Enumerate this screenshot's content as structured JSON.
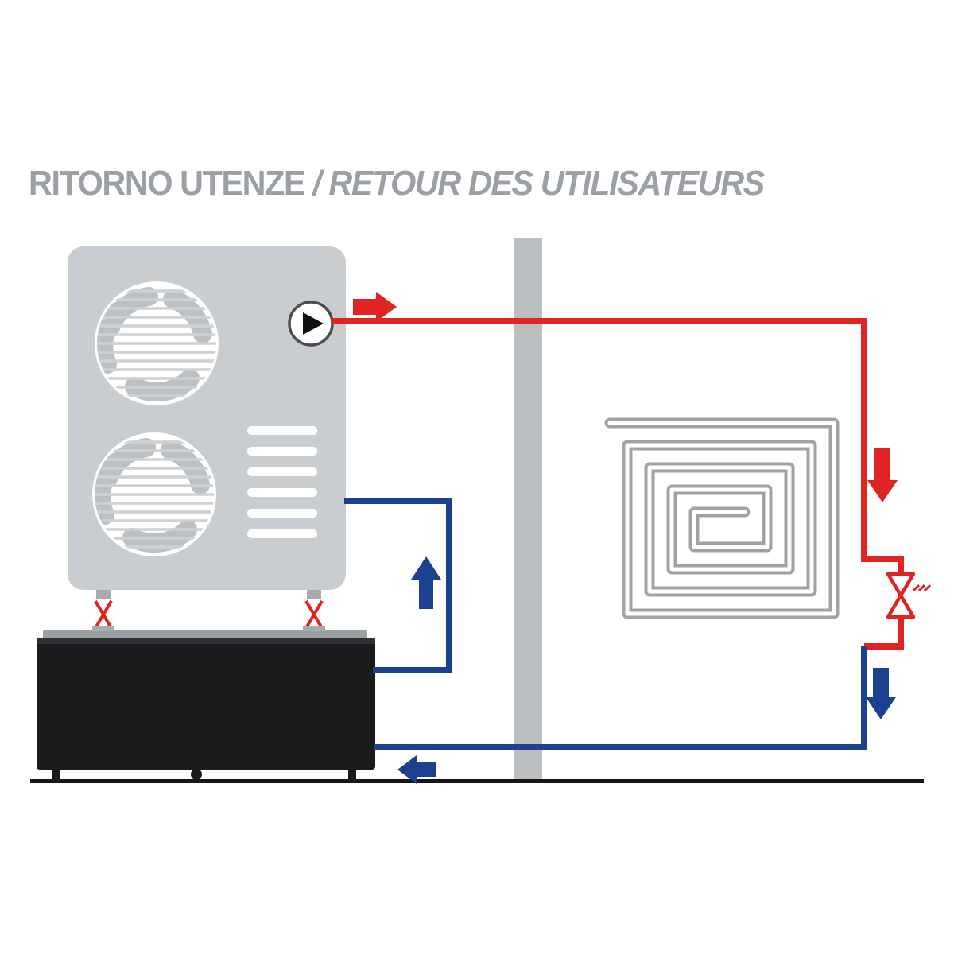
{
  "title": {
    "italian": "RITORNO UTENZE",
    "separator": " / ",
    "french": "RETOUR DES UTILISATEURS"
  },
  "colors": {
    "supply_red": "#e02421",
    "return_blue": "#1b418f",
    "unit_gray": "#c9cdd0",
    "wall_gray": "#babec1",
    "coil_gray": "#9fa3a6",
    "tank_black": "#1a1b1d",
    "title_gray": "#9aa0a5",
    "ground_black": "#161616"
  },
  "components": {
    "heat_pump_unit": "air-to-water heat pump with two fans",
    "pump": "circulation pump",
    "buffer_tank": "black base / buffer tank",
    "wall": "building wall",
    "floor_coil": "underfloor heating coil",
    "valve": "thermostatic mixing valve",
    "supply_line": "hot supply (red)",
    "return_line": "user return (blue)"
  }
}
